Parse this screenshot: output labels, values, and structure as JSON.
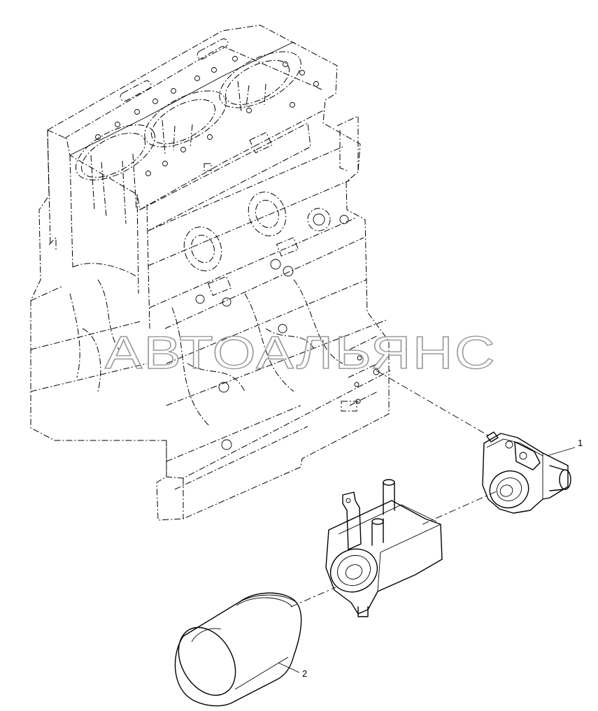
{
  "watermark": "АВТОАЛЬЯНС",
  "callouts": [
    {
      "id": "1",
      "label": "1"
    },
    {
      "id": "2",
      "label": "2"
    }
  ]
}
